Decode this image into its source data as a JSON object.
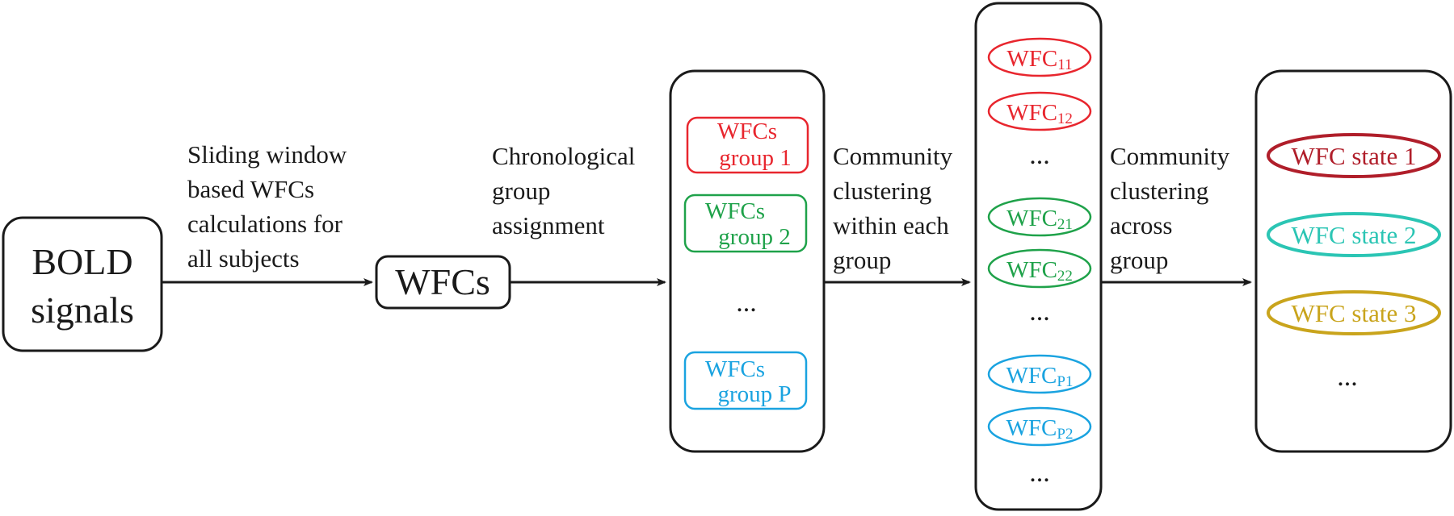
{
  "colors": {
    "black": "#1a1a1a",
    "red": "#e8262e",
    "green": "#1fa24a",
    "cyan": "#1aa3e0",
    "state1": "#b01e2a",
    "state2": "#2bc5b4",
    "state3": "#c9a41c"
  },
  "boxes": {
    "bold_line1": "BOLD",
    "bold_line2": "signals",
    "wfcs": "WFCs"
  },
  "labels": {
    "step1": [
      "Sliding window",
      "based WFCs",
      "calculations for",
      "all subjects"
    ],
    "step2": [
      "Chronological",
      "group",
      "assignment"
    ],
    "step3": [
      "Community",
      "clustering",
      "within each",
      "group"
    ],
    "step4": [
      "Community",
      "clustering",
      "across",
      "group"
    ]
  },
  "groups": [
    {
      "line1": "WFCs",
      "line2": "group 1",
      "color": "red"
    },
    {
      "line1": "WFCs",
      "line2": "group 2",
      "color": "green"
    },
    {
      "line1": "WFCs",
      "line2": "group P",
      "color": "cyan"
    }
  ],
  "ellipsis": "...",
  "clusters": [
    {
      "base": "WFC",
      "sub": "11",
      "color": "red"
    },
    {
      "base": "WFC",
      "sub": "12",
      "color": "red"
    },
    {
      "base": "WFC",
      "sub": "21",
      "color": "green"
    },
    {
      "base": "WFC",
      "sub": "22",
      "color": "green"
    },
    {
      "base": "WFC",
      "sub": "P1",
      "color": "cyan"
    },
    {
      "base": "WFC",
      "sub": "P2",
      "color": "cyan"
    }
  ],
  "states": [
    {
      "label": "WFC state 1",
      "color": "state1"
    },
    {
      "label": "WFC state 2",
      "color": "state2"
    },
    {
      "label": "WFC state 3",
      "color": "state3"
    }
  ]
}
